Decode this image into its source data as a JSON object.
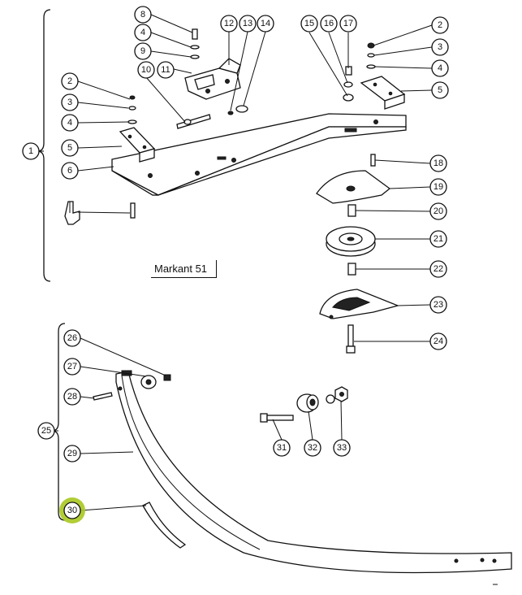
{
  "model_label": "Markant 51",
  "highlight_color": "#a8c820",
  "callouts": {
    "c1": "1",
    "c2a": "2",
    "c3a": "3",
    "c4a": "4",
    "c5a": "5",
    "c6": "6",
    "c2b": "2",
    "c3b": "3",
    "c4b": "4",
    "c5b": "5",
    "c8": "8",
    "c4c": "4",
    "c9": "9",
    "c10": "10",
    "c11": "11",
    "c12": "12",
    "c13": "13",
    "c14": "14",
    "c15": "15",
    "c16": "16",
    "c17": "17",
    "c18": "18",
    "c19": "19",
    "c20": "20",
    "c21": "21",
    "c22": "22",
    "c23": "23",
    "c24": "24",
    "c25": "25",
    "c26": "26",
    "c27": "27",
    "c28": "28",
    "c29": "29",
    "c30": "30",
    "c31": "31",
    "c32": "32",
    "c33": "33"
  }
}
